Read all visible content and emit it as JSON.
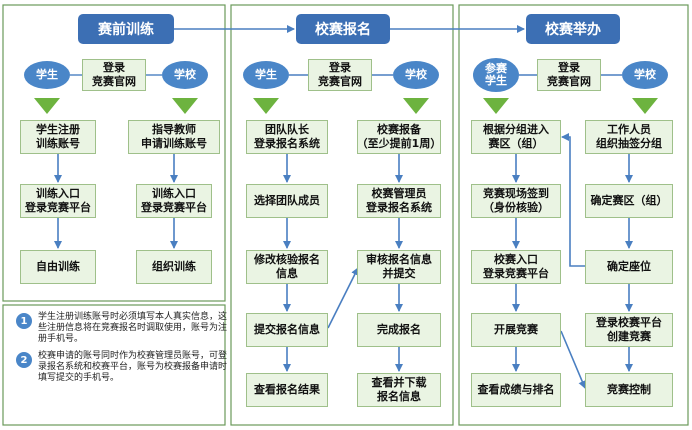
{
  "sections": [
    {
      "title": "赛前训练",
      "notes": [
        {
          "num": "1",
          "text": "学生注册训练账号时必须填写本人真实信息，这些注册信息将在竞赛报名时调取使用，账号为注册手机号。"
        },
        {
          "num": "2",
          "text": "校赛申请的账号同时作为校赛管理员账号，可登录报名系统和校赛平台，账号为校赛报备申请时填写提交的手机号。"
        }
      ]
    },
    {
      "title": "校赛报名"
    },
    {
      "title": "校赛举办"
    }
  ],
  "roles": {
    "student": "学生",
    "school": "学校",
    "contestant": [
      "参赛",
      "学生"
    ]
  },
  "nodes": {
    "s1_login": [
      "登录",
      "竞赛官网"
    ],
    "s1_reg": [
      "学生注册",
      "训练账号"
    ],
    "s1_teacher": [
      "指导教师",
      "申请训练账号"
    ],
    "s1_entry_a": [
      "训练入口",
      "登录竞赛平台"
    ],
    "s1_entry_b": [
      "训练入口",
      "登录竞赛平台"
    ],
    "s1_free": [
      "自由训练"
    ],
    "s1_org": [
      "组织训练"
    ],
    "s2_login": [
      "登录",
      "竞赛官网"
    ],
    "s2_leader": [
      "团队队长",
      "登录报名系统"
    ],
    "s2_report": [
      "校赛报备",
      "（至少提前1周）"
    ],
    "s2_members": [
      "选择团队成员"
    ],
    "s2_admin": [
      "校赛管理员",
      "登录报名系统"
    ],
    "s2_modify": [
      "修改核验报名",
      "信息"
    ],
    "s2_review": [
      "审核报名信息",
      "并提交"
    ],
    "s2_submit": [
      "提交报名信息"
    ],
    "s2_done": [
      "完成报名"
    ],
    "s2_result": [
      "查看报名结果"
    ],
    "s2_download": [
      "查看并下载",
      "报名信息"
    ],
    "s3_login": [
      "登录",
      "竞赛官网"
    ],
    "s3_zone": [
      "根据分组进入",
      "赛区（组）"
    ],
    "s3_staff": [
      "工作人员",
      "组织抽签分组"
    ],
    "s3_checkin": [
      "竞赛现场签到",
      "（身份核验）"
    ],
    "s3_confirm": [
      "确定赛区（组）"
    ],
    "s3_entry": [
      "校赛入口",
      "登录竞赛平台"
    ],
    "s3_seat": [
      "确定座位"
    ],
    "s3_start": [
      "开展竞赛"
    ],
    "s3_create": [
      "登录校赛平台",
      "创建竞赛"
    ],
    "s3_scores": [
      "查看成绩与排名"
    ],
    "s3_control": [
      "竞赛控制"
    ]
  },
  "colors": {
    "header": "#3c6fb4",
    "oval": "#4a86c8",
    "box_fill": "#eaf4e3",
    "box_border": "#9fc08a",
    "arrow": "#4a7fc1",
    "triangle": "#6db33f",
    "section_border": "#6a9a5a"
  }
}
